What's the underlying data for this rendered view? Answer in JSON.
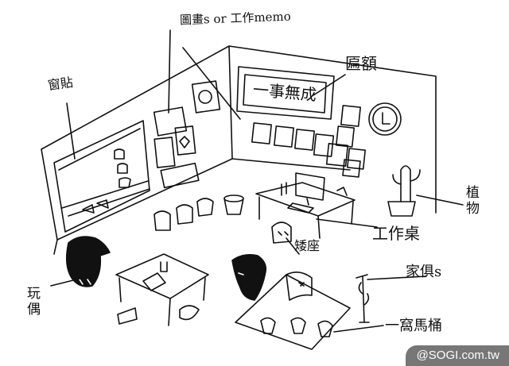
{
  "labels": {
    "window_sticker": "窗貼",
    "drawings_memo": "圖畫s or 工作memo",
    "plaque": "匾額",
    "plaque_text": "一事無成",
    "plant": "植物",
    "workstation": "工作桌",
    "chair": "矮座",
    "furniture": "家俱s",
    "doll": "玩偶",
    "carpet": "一窩馬桶"
  },
  "watermark": "@SOGI.com.tw",
  "colors": {
    "ink": "#111111",
    "watermark_bg": "#5f5f5f"
  }
}
